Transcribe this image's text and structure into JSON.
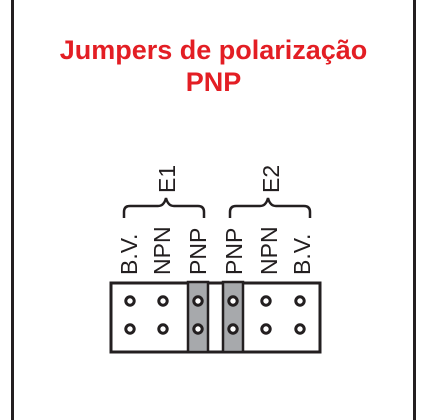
{
  "title": {
    "line1": "Jumpers de polarização",
    "line2": "PNP",
    "color": "#e31e24"
  },
  "groups": [
    {
      "name": "E1",
      "labels": [
        "B.V.",
        "NPN",
        "PNP"
      ]
    },
    {
      "name": "E2",
      "labels": [
        "PNP",
        "NPN",
        "B.V."
      ]
    }
  ],
  "header": {
    "rows": 2,
    "columns": 6,
    "bridged_columns": [
      2,
      3
    ],
    "bridge_color": "#a7a9ac",
    "ink_color": "#231f20"
  }
}
